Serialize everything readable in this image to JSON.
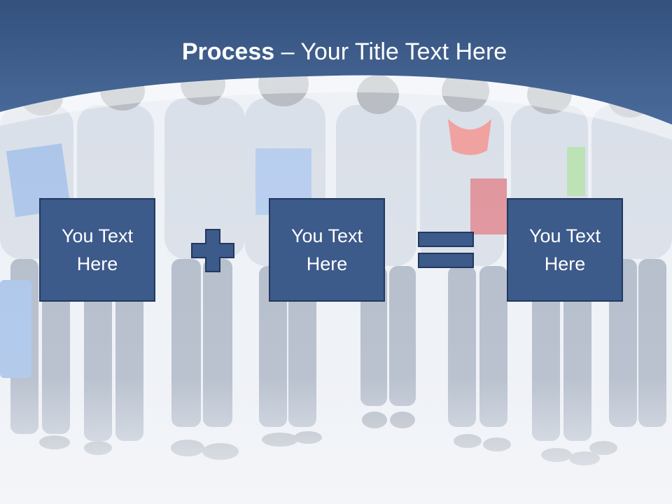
{
  "slide": {
    "title_bold": "Process",
    "title_rest": " – Your Title Text Here",
    "boxes": [
      {
        "label": "You Text Here"
      },
      {
        "label": "You Text Here"
      },
      {
        "label": "You Text Here"
      }
    ],
    "operators": [
      "plus-icon",
      "equals-icon"
    ],
    "colors": {
      "header": "#3f5f8f",
      "box_fill": "#3c5a8a",
      "box_border": "#22385f",
      "background": "#f4f6f9"
    }
  }
}
